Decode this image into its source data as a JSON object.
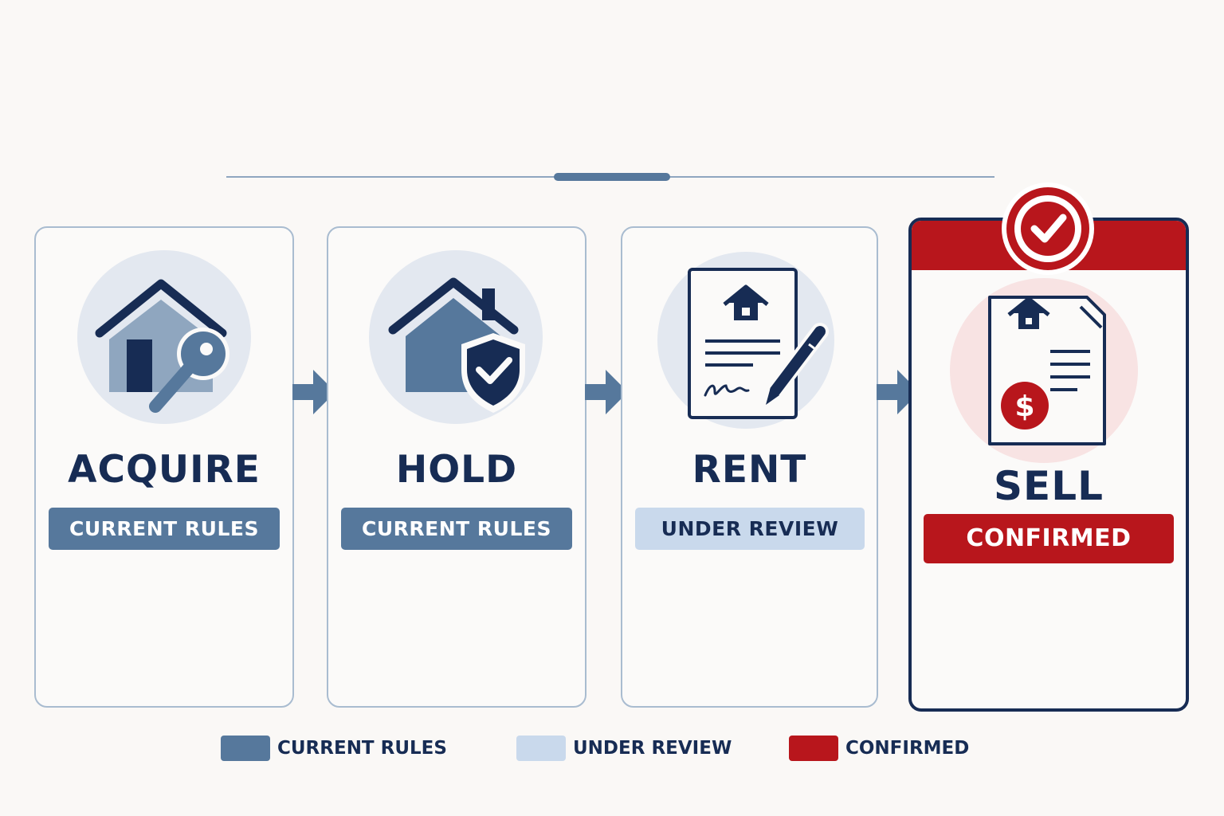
{
  "colors": {
    "current_rules": "#56789c",
    "under_review": "#c9d9ec",
    "confirmed": "#b8161c",
    "navy": "#172c54"
  },
  "steps": [
    {
      "title": "ACQUIRE",
      "status": "CURRENT RULES",
      "icon": "house-key-icon"
    },
    {
      "title": "HOLD",
      "status": "CURRENT RULES",
      "icon": "house-shield-icon"
    },
    {
      "title": "RENT",
      "status": "UNDER REVIEW",
      "icon": "lease-document-icon"
    },
    {
      "title": "SELL",
      "status": "CONFIRMED",
      "icon": "sale-document-icon"
    }
  ],
  "legend": [
    {
      "label": "CURRENT RULES"
    },
    {
      "label": "UNDER REVIEW"
    },
    {
      "label": "CONFIRMED"
    }
  ]
}
